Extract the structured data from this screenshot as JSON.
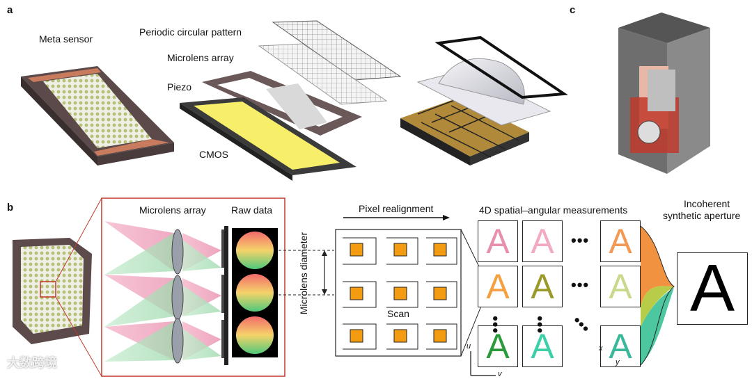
{
  "panels": {
    "a": "a",
    "b": "b",
    "c": "c"
  },
  "labels": {
    "meta_sensor": "Meta sensor",
    "periodic_pattern": "Periodic circular pattern",
    "microlens_array_a": "Microlens array",
    "piezo": "Piezo",
    "cmos": "CMOS",
    "microlens_array_b": "Microlens array",
    "raw_data": "Raw data",
    "microlens_diameter": "Microlens diameter",
    "pixel_realignment": "Pixel realignment",
    "scan": "Scan",
    "measurements": "4D spatial–angular measurements",
    "incoherent_1": "Incoherent",
    "incoherent_2": "synthetic aperture"
  },
  "tiles": [
    {
      "letter": "A",
      "color": "#e98fae"
    },
    {
      "letter": "A",
      "color": "#f3a9c0"
    },
    {
      "letter": "A",
      "color": "#f29a55"
    },
    {
      "letter": "A",
      "color": "#f4a040"
    },
    {
      "letter": "A",
      "color": "#9a9a2a"
    },
    {
      "letter": "A",
      "color": "#c9d98c"
    },
    {
      "letter": "A",
      "color": "#2a9a3a"
    },
    {
      "letter": "A",
      "color": "#3ccfa8"
    },
    {
      "letter": "A",
      "color": "#3ab89a"
    }
  ],
  "result_letter": "A",
  "axes": {
    "u": "u",
    "v": "v",
    "x": "x",
    "y": "y"
  },
  "ellipsis": "•••",
  "watermark": "大数跨境",
  "colors": {
    "frame_red": "#c0392b",
    "scan_orange": "#f39c12"
  }
}
